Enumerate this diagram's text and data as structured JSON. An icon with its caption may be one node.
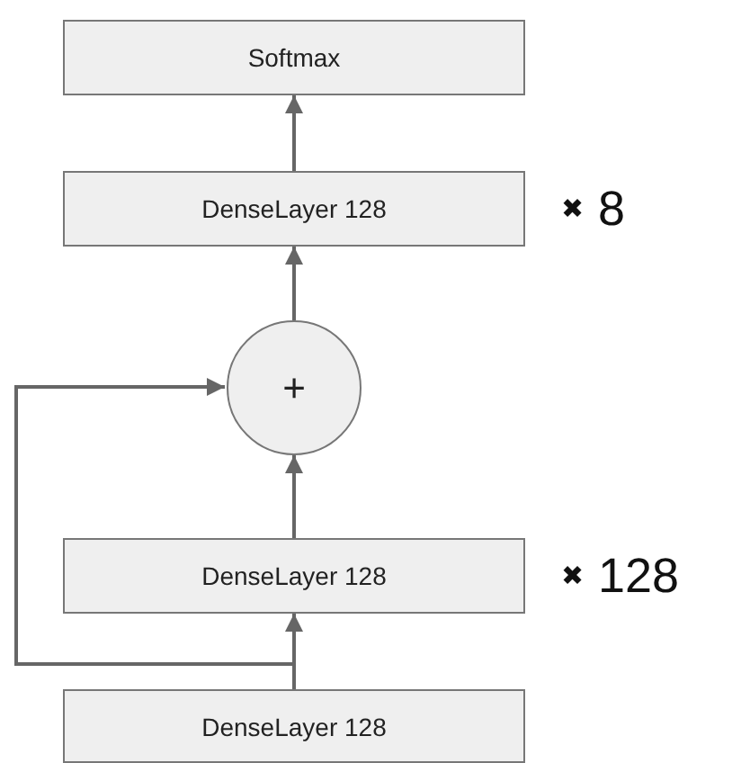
{
  "diagram": {
    "nodes": [
      {
        "text": [
          "Softmax"
        ]
      },
      {
        "text": [
          "DenseLayer 128"
        ],
        "beside": [
          "✖ 8"
        ]
      },
      {
        "text": [
          "+"
        ]
      },
      {
        "text": [
          "DenseLayer 128"
        ],
        "beside": [
          "✖ 128"
        ]
      },
      {
        "text": [
          "DenseLayer 128"
        ]
      }
    ],
    "edges": [
      {
        "from": 1,
        "to": 0,
        "arrow": "to"
      },
      {
        "from": 2,
        "to": 1,
        "arrow": "to"
      },
      {
        "from": 3,
        "to": 2,
        "arrow": "to"
      },
      {
        "from": 4,
        "to": 3,
        "arrow": "to"
      },
      {
        "from": 4,
        "to": 2,
        "arrow": "to"
      }
    ]
  }
}
